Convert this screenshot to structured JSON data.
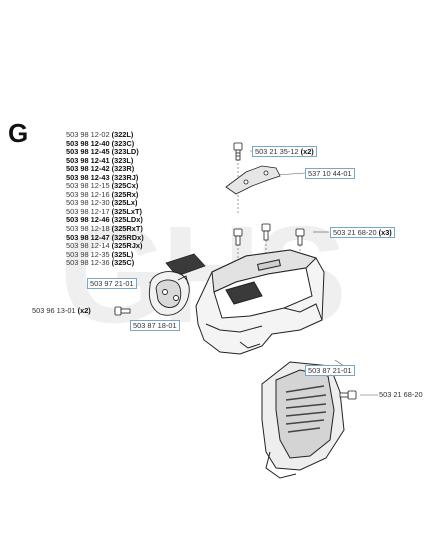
{
  "section_letter": "G",
  "watermark": "GHS",
  "parts_list": [
    {
      "number": "503 98 12-02",
      "model": "(322L)",
      "bold": false
    },
    {
      "number": "503 98 12-40",
      "model": "(323C)",
      "bold": true
    },
    {
      "number": "503 98 12-45",
      "model": "(323LD)",
      "bold": true
    },
    {
      "number": "503 98 12-41",
      "model": "(323L)",
      "bold": true
    },
    {
      "number": "503 98 12-42",
      "model": "(323R)",
      "bold": true
    },
    {
      "number": "503 98 12-43",
      "model": "(323RJ)",
      "bold": true
    },
    {
      "number": "503 98 12-15",
      "model": "(325Cx)",
      "bold": false
    },
    {
      "number": "503 98 12-16",
      "model": "(325Rx)",
      "bold": false
    },
    {
      "number": "503 98 12-30",
      "model": "(325Lx)",
      "bold": false
    },
    {
      "number": "503 98 12-17",
      "model": "(325LxT)",
      "bold": false
    },
    {
      "number": "503 98 12-46",
      "model": "(325LDx)",
      "bold": true
    },
    {
      "number": "503 98 12-18",
      "model": "(325RxT)",
      "bold": false
    },
    {
      "number": "503 98 12-47",
      "model": "(325RDx)",
      "bold": true
    },
    {
      "number": "503 98 12-14",
      "model": "(325RJx)",
      "bold": false
    },
    {
      "number": "503 98 12-35",
      "model": "(325L)",
      "bold": false
    },
    {
      "number": "503 98 12-36",
      "model": "(325C)",
      "bold": false
    }
  ],
  "callouts": {
    "screw_top": {
      "number": "503 21 35-12",
      "qty": "(x2)"
    },
    "clip": {
      "number": "537 10 44-01"
    },
    "screws_cover": {
      "number": "503 21 68-20",
      "qty": "(x3)"
    },
    "filter_cover": {
      "number": "503 97 21-01"
    },
    "screw_filter": {
      "number": "503 96 13-01",
      "qty": "(x2)"
    },
    "cylinder_cover": {
      "number": "503 87 18-01"
    },
    "starter_cover": {
      "number": "503 87 21-01"
    },
    "screw_starter": {
      "number": "503 21 68-20"
    }
  }
}
